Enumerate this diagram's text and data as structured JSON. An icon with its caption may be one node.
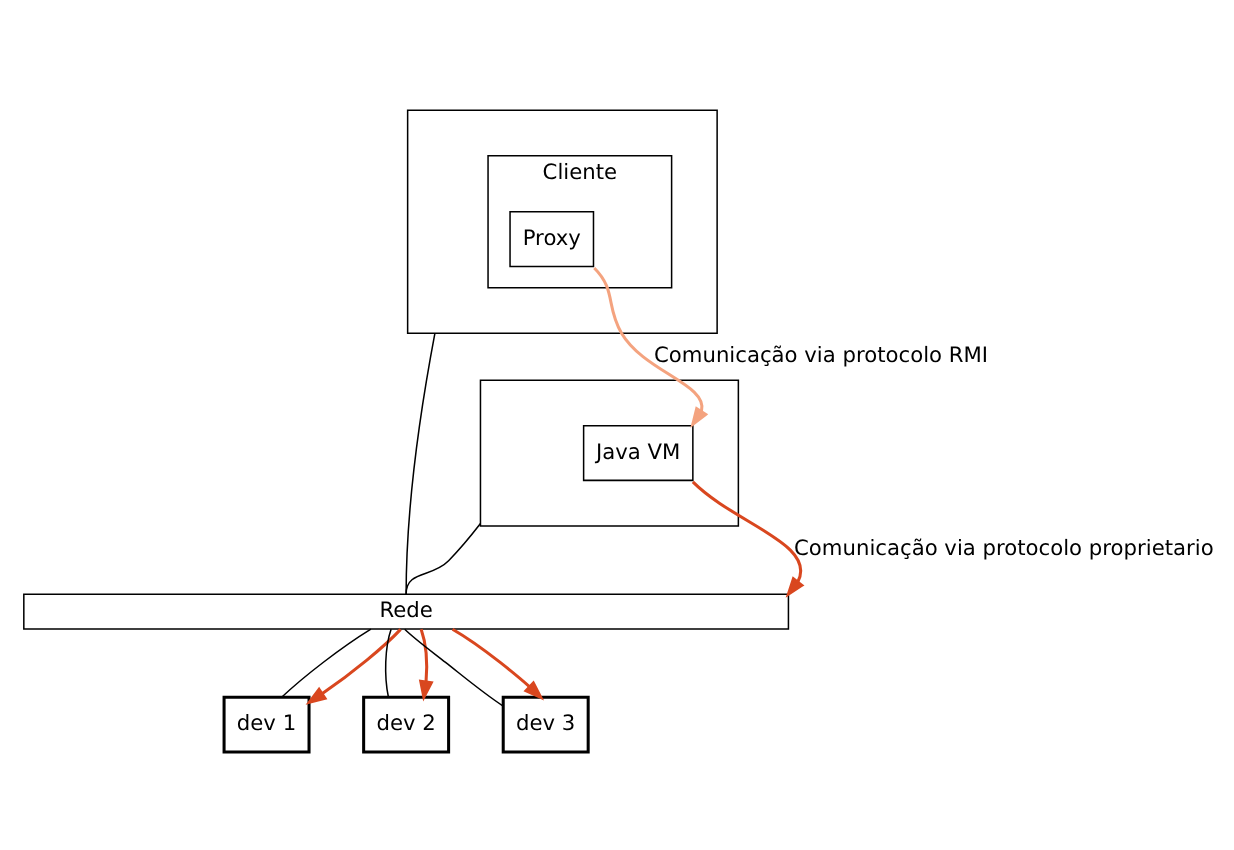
{
  "diagram": {
    "nodes": [
      {
        "text": [],
        "shape": "box"
      },
      {
        "text": [
          "Cliente"
        ],
        "in": 0
      },
      {
        "text": [
          "Proxy"
        ],
        "in": 1
      },
      {
        "text": [],
        "shape": "box"
      },
      {
        "text": [
          "Java VM"
        ],
        "in": 3
      },
      {
        "text": [
          "Rede"
        ]
      },
      {
        "text": [
          "dev 1"
        ]
      },
      {
        "text": [
          "dev 2"
        ]
      },
      {
        "text": [
          "dev 3"
        ]
      }
    ],
    "edges": [
      {
        "from": 0,
        "to": 5,
        "arrow": "none"
      },
      {
        "from": 3,
        "to": 5,
        "arrow": "none"
      },
      {
        "from": 2,
        "to": 4,
        "arrow": "to",
        "label": "Comunicação via protocolo RMI",
        "color": "#f4a37f"
      },
      {
        "from": 4,
        "to": 5,
        "arrow": "to",
        "label": "Comunicação via protocolo proprietario",
        "color": "#d9471f"
      },
      {
        "from": 5,
        "to": 6,
        "arrow": "none"
      },
      {
        "from": 5,
        "to": 7,
        "arrow": "none"
      },
      {
        "from": 5,
        "to": 8,
        "arrow": "none"
      },
      {
        "from": 5,
        "to": 6,
        "arrow": "to",
        "color": "#d9471f"
      },
      {
        "from": 5,
        "to": 7,
        "arrow": "to",
        "color": "#d9471f"
      },
      {
        "from": 5,
        "to": 8,
        "arrow": "to",
        "color": "#d9471f"
      }
    ]
  }
}
